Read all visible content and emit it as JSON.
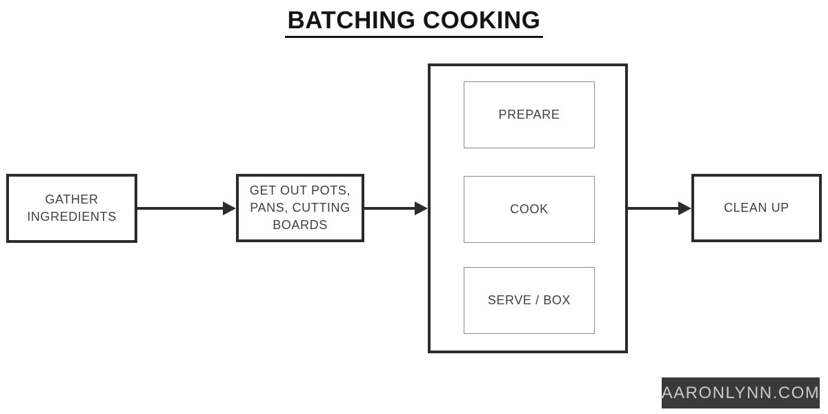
{
  "title": {
    "text": "BATCHING COOKING"
  },
  "flow": {
    "nodes": [
      {
        "id": "gather",
        "label": "GATHER INGREDIENTS"
      },
      {
        "id": "get-out-pots",
        "label": "GET OUT POTS, PANS, CUTTING BOARDS"
      },
      {
        "id": "batch-group",
        "children": [
          {
            "id": "prepare",
            "label": "PREPARE"
          },
          {
            "id": "cook",
            "label": "COOK"
          },
          {
            "id": "serve-box",
            "label": "SERVE / BOX"
          }
        ]
      },
      {
        "id": "clean-up",
        "label": "CLEAN UP"
      }
    ],
    "arrows": [
      {
        "from": "gather",
        "to": "get-out-pots"
      },
      {
        "from": "get-out-pots",
        "to": "batch-group"
      },
      {
        "from": "batch-group",
        "to": "clean-up"
      }
    ]
  },
  "watermark": {
    "text": "AARONLYNN.COM"
  },
  "colors": {
    "background": "#ffffff",
    "ink": "#2b2b2b",
    "title_text": "#141414",
    "node_text": "#3f3f3f",
    "inner_border": "#8a8a8a",
    "watermark_bg": "#3a3a3a",
    "watermark_text": "#c9c9c9"
  }
}
